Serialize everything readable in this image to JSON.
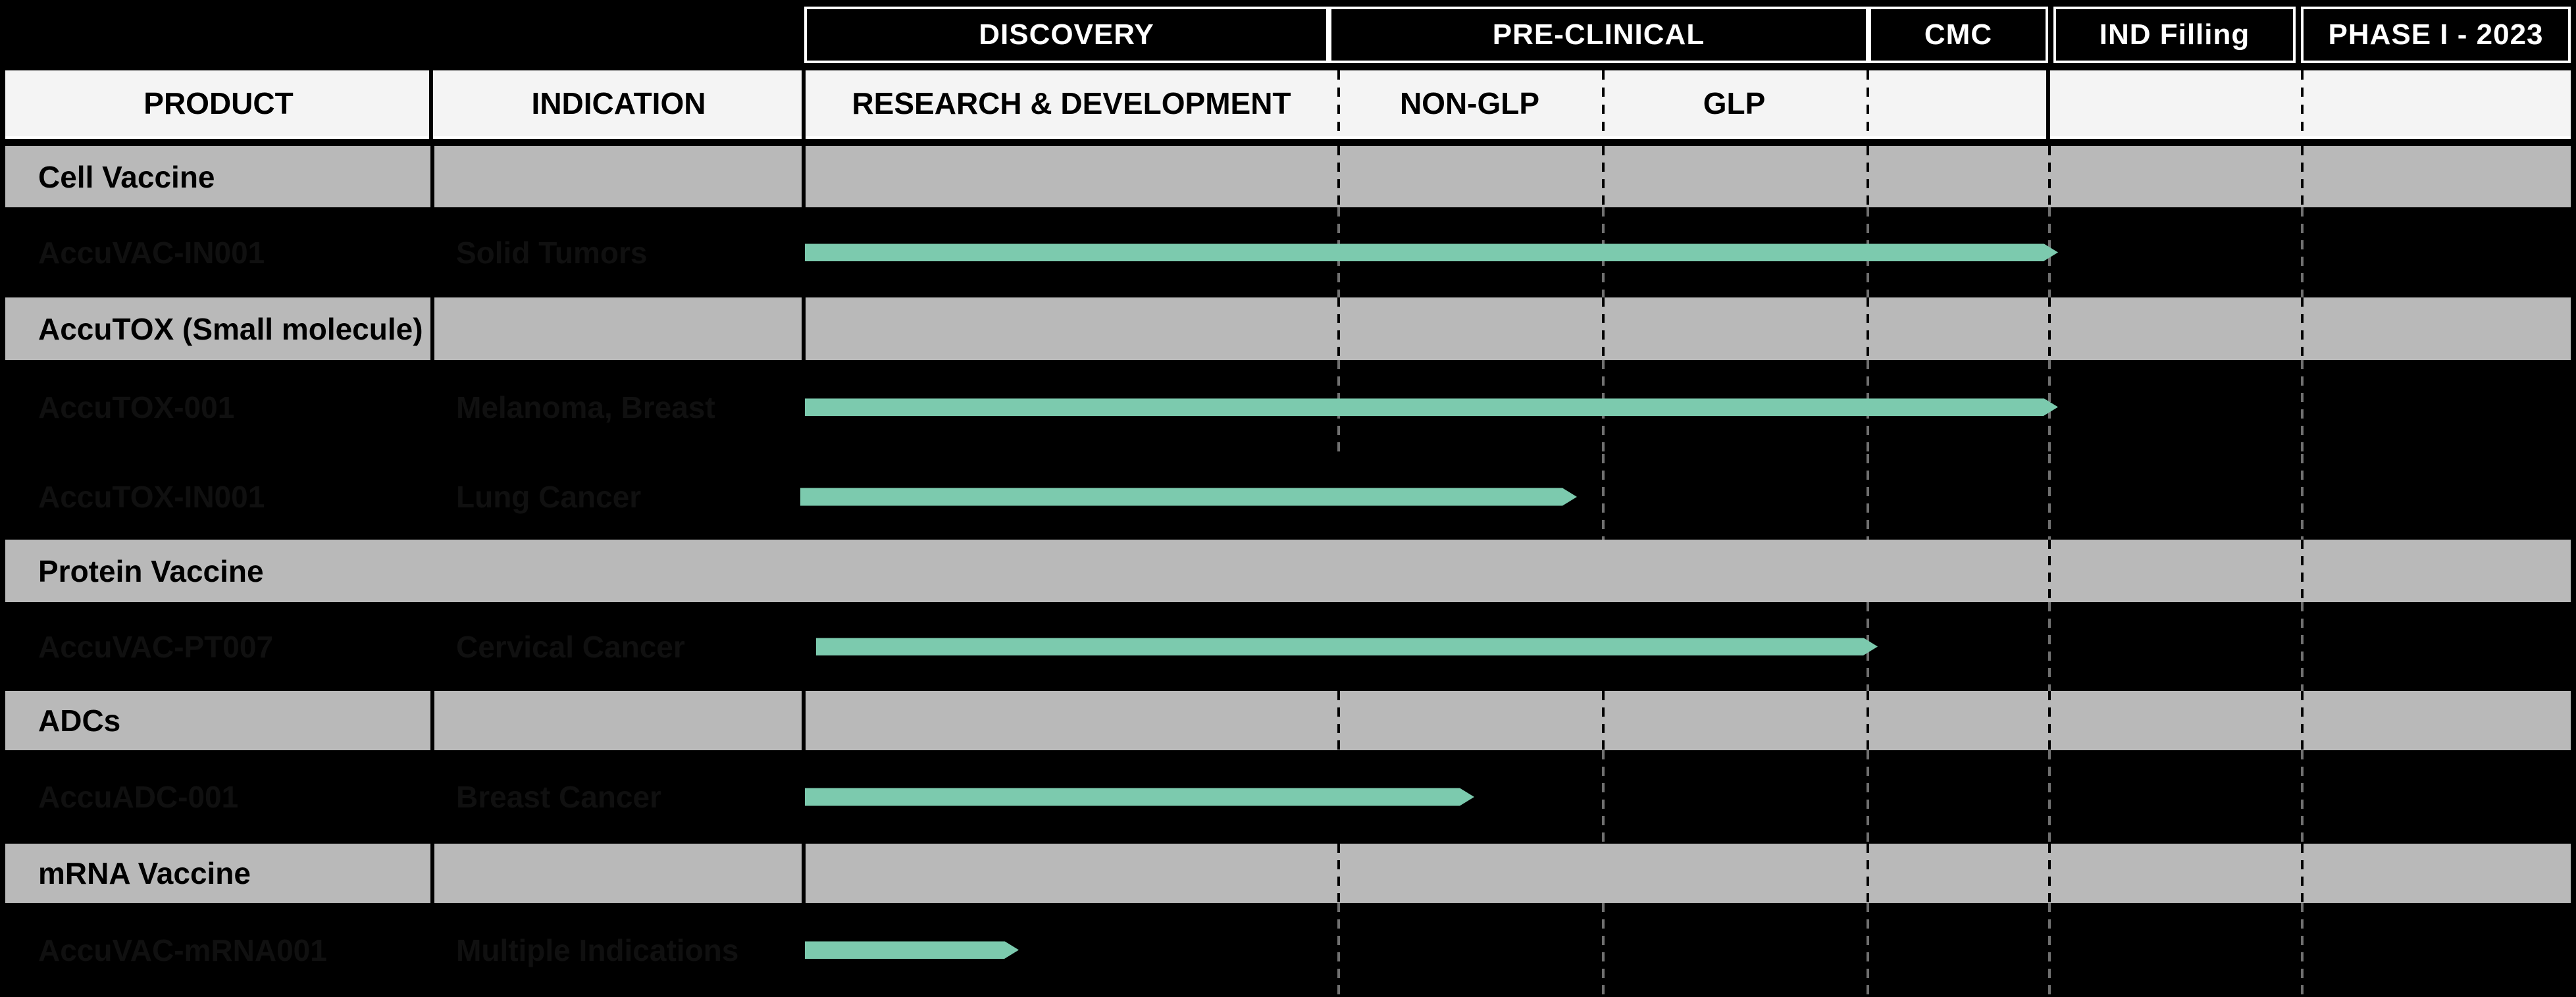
{
  "colors": {
    "background": "#000000",
    "category_row": "#b9b9b9",
    "header_row": "#f4f4f4",
    "bar_green": "#7ccaae",
    "faint_text": "#101010",
    "dash_on_gray": "#000000",
    "dash_on_dark": "#cccccc",
    "band_text": "#ffffff"
  },
  "band": {
    "phases": [
      {
        "label": "DISCOVERY"
      },
      {
        "label": "PRE-CLINICAL"
      },
      {
        "label": "CMC"
      },
      {
        "label": "IND Filling"
      },
      {
        "label": "PHASE I - 2023"
      }
    ]
  },
  "header": {
    "product": "PRODUCT",
    "indication": "INDICATION",
    "rnd": "RESEARCH & DEVELOPMENT",
    "non_glp": "NON-GLP",
    "glp": "GLP"
  },
  "rows": [
    {
      "type": "category",
      "label": "Cell Vaccine"
    },
    {
      "type": "product",
      "product": "AccuVAC-IN001",
      "indication": "Solid Tumors",
      "bar": {
        "start": 1223,
        "end": 3127
      }
    },
    {
      "type": "category",
      "label": "AccuTOX (Small molecule)"
    },
    {
      "type": "product",
      "product": "AccuTOX-001",
      "indication": "Melanoma, Breast",
      "bar": {
        "start": 1223,
        "end": 3127
      }
    },
    {
      "type": "product",
      "product": "AccuTOX-IN001",
      "indication": "Lung Cancer",
      "bar": {
        "start": 1216,
        "end": 2396
      }
    },
    {
      "type": "category",
      "label": "Protein Vaccine"
    },
    {
      "type": "product",
      "product": "AccuVAC-PT007",
      "indication": "Cervical Cancer",
      "bar": {
        "start": 1240,
        "end": 2853
      }
    },
    {
      "type": "category",
      "label": "ADCs"
    },
    {
      "type": "product",
      "product": "AccuADC-001",
      "indication": "Breast Cancer",
      "bar": {
        "start": 1223,
        "end": 2240
      }
    },
    {
      "type": "category",
      "label": "mRNA Vaccine"
    },
    {
      "type": "product",
      "product": "AccuVAC-mRNA001",
      "indication": "Multiple Indications",
      "bar": {
        "start": 1223,
        "end": 1548
      }
    }
  ],
  "chart_data": {
    "type": "bar",
    "variant": "horizontal-pipeline-gantt",
    "phase_columns": [
      "RESEARCH & DEVELOPMENT",
      "NON-GLP",
      "GLP",
      "CMC",
      "IND Filling",
      "PHASE I - 2023"
    ],
    "phase_groups": [
      {
        "label": "DISCOVERY",
        "columns": [
          "RESEARCH & DEVELOPMENT"
        ]
      },
      {
        "label": "PRE-CLINICAL",
        "columns": [
          "NON-GLP",
          "GLP"
        ]
      },
      {
        "label": "CMC",
        "columns": [
          "CMC"
        ]
      },
      {
        "label": "IND Filling",
        "columns": [
          "IND Filling"
        ]
      },
      {
        "label": "PHASE I - 2023",
        "columns": [
          "PHASE I - 2023"
        ]
      }
    ],
    "series": [
      {
        "category": "Cell Vaccine",
        "product": "AccuVAC-IN001",
        "indication": "Solid Tumors",
        "progress_columns": [
          0,
          4.05
        ]
      },
      {
        "category": "AccuTOX (Small molecule)",
        "product": "AccuTOX-001",
        "indication": "Melanoma, Breast",
        "progress_columns": [
          0,
          4.05
        ]
      },
      {
        "category": "AccuTOX (Small molecule)",
        "product": "AccuTOX-IN001",
        "indication": "Lung Cancer",
        "progress_columns": [
          0,
          1.91
        ]
      },
      {
        "category": "Protein Vaccine",
        "product": "AccuVAC-PT007",
        "indication": "Cervical Cancer",
        "progress_columns": [
          0,
          3.06
        ]
      },
      {
        "category": "ADCs",
        "product": "AccuADC-001",
        "indication": "Breast Cancer",
        "progress_columns": [
          0,
          1.52
        ]
      },
      {
        "category": "mRNA Vaccine",
        "product": "AccuVAC-mRNA001",
        "indication": "Multiple Indications",
        "progress_columns": [
          0,
          0.4
        ]
      }
    ],
    "legend_position": "none",
    "grid": "dashed-vertical-phase-separators"
  }
}
